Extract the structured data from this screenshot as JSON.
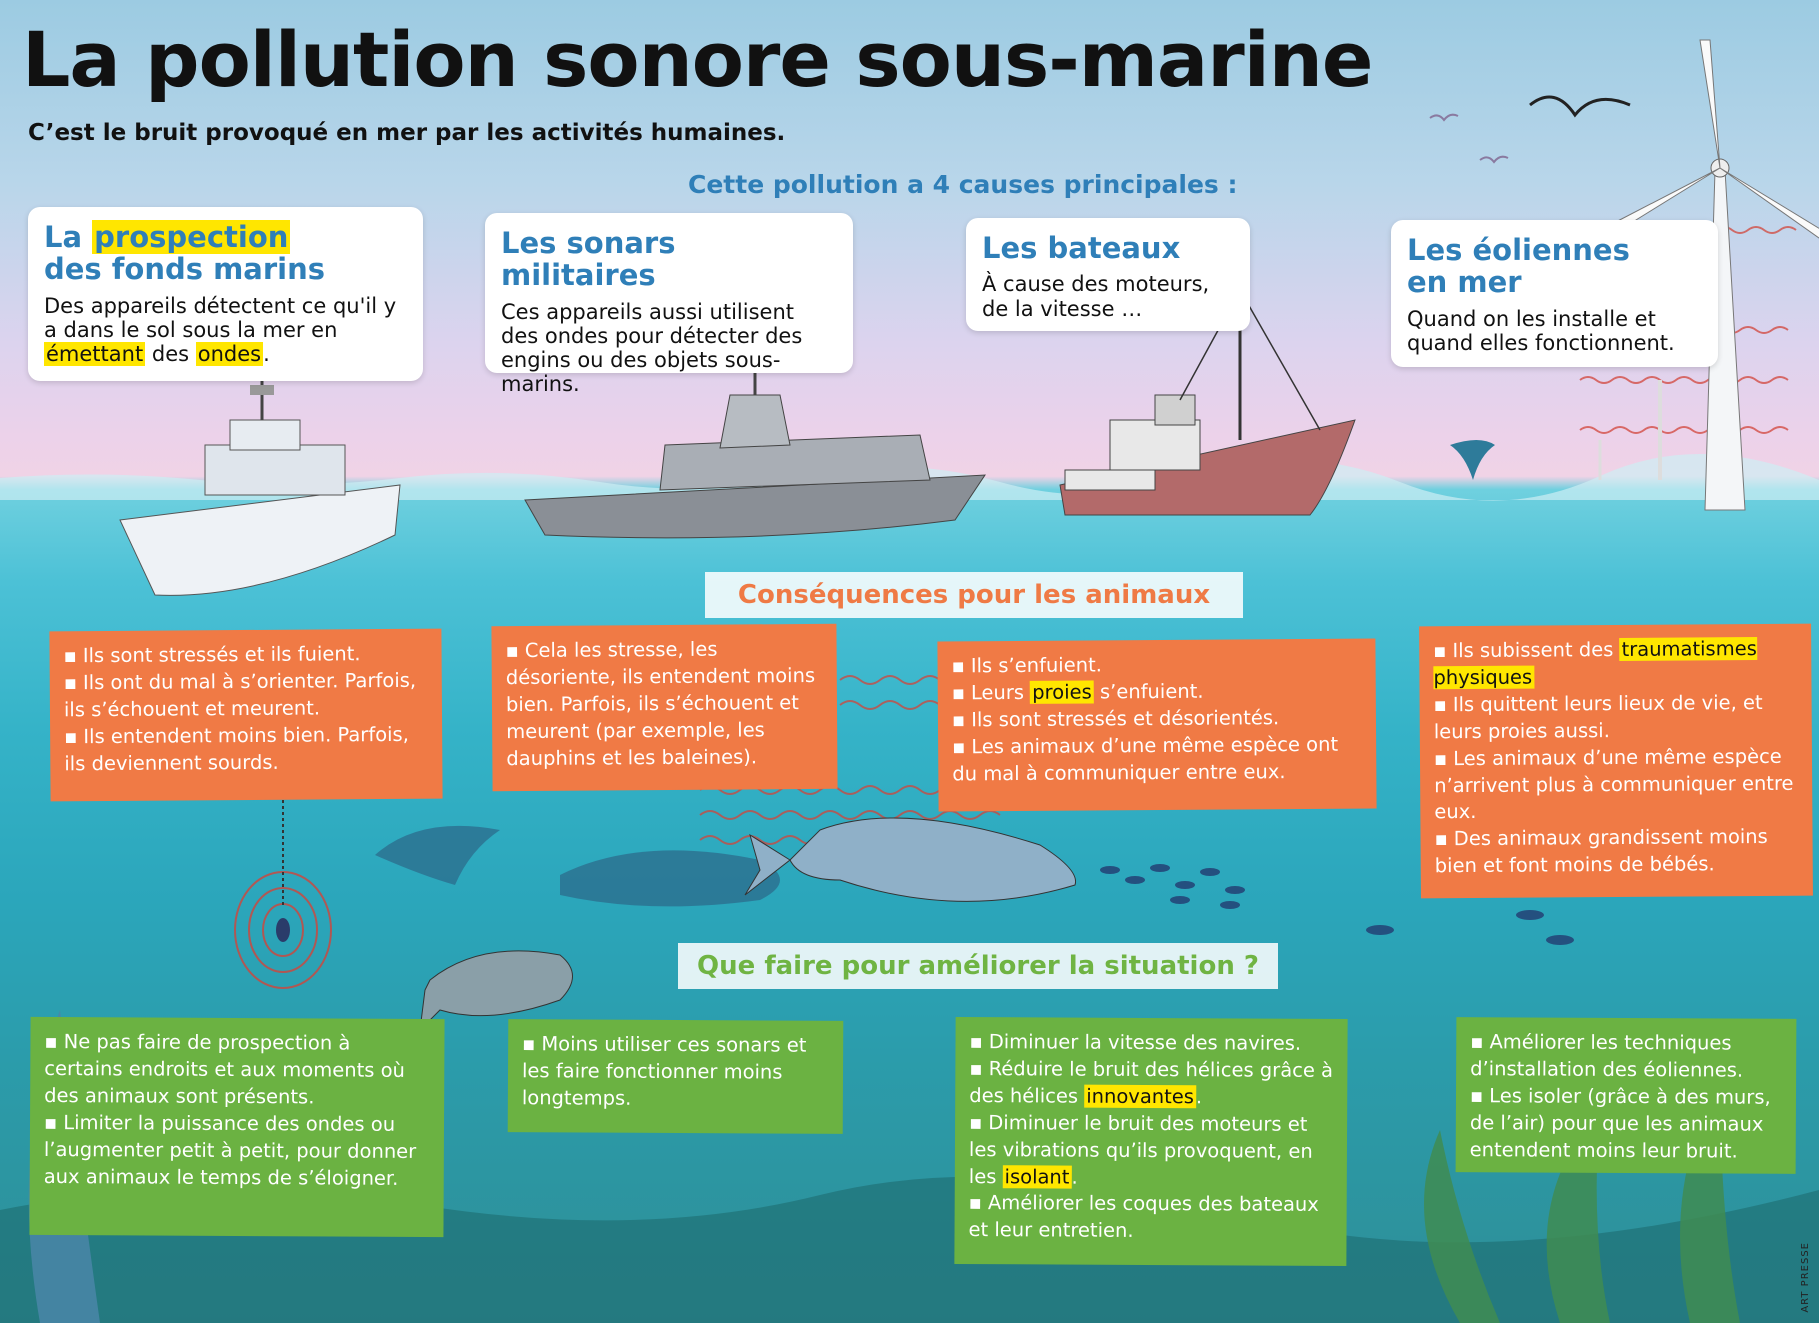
{
  "title": "La pollution sonore sous-marine",
  "subtitle": "C’est le bruit provoqué en mer par les activités humaines.",
  "causes_heading": "Cette pollution a 4 causes principales :",
  "causes": [
    {
      "title_pre": "La ",
      "title_hl": "prospection",
      "title_post": "des fonds marins",
      "t1": "Des appareils détectent ce qu'il y a dans le sol sous la mer en ",
      "h1": "émettant",
      "t2": " des ",
      "h2": "ondes",
      "t3": "."
    },
    {
      "title": "Les sonars militaires",
      "text": "Ces appareils aussi utilisent des ondes pour détecter des engins ou des objets sous-marins."
    },
    {
      "title": "Les bateaux",
      "text": "À cause des moteurs, de la vitesse …"
    },
    {
      "title": "Les éoliennes en mer",
      "text": "Quand on les installe et quand elles fonctionnent."
    }
  ],
  "consequences_heading": "Conséquences pour les animaux",
  "consequences": {
    "c0": [
      "Ils sont stressés et ils fuient.",
      "Ils ont du mal à s’orienter. Parfois, ils s’échouent et meurent.",
      "Ils entendent moins bien. Parfois, ils deviennent sourds."
    ],
    "c1": [
      "Cela les stresse, les désoriente, ils entendent moins bien. Parfois, ils s’échouent et meurent (par exemple, les dauphins et les baleines)."
    ],
    "c2_a": "Ils s’enfuient.",
    "c2_b_pre": "Leurs ",
    "c2_b_hl": "proies",
    "c2_b_post": " s’enfuient.",
    "c2_c": "Ils sont stressés et désorientés.",
    "c2_d": "Les animaux d’une même espèce ont du mal à communiquer entre eux.",
    "c3_a_pre": "Ils subissent des ",
    "c3_a_hl": "traumatismes physiques",
    "c3_b": "Ils quittent leurs lieux de vie, et leurs proies aussi.",
    "c3_c": "Les animaux d’une même espèce n’arrivent plus à communiquer entre eux.",
    "c3_d": "Des animaux grandissent moins bien et font moins de bébés."
  },
  "solutions_heading": "Que faire pour améliorer la situation ?",
  "solutions": {
    "s0": [
      "Ne pas faire de prospection à certains endroits et aux moments où des animaux sont présents.",
      "Limiter la puissance des ondes ou l’augmenter petit à petit, pour donner aux animaux le temps de s’éloigner."
    ],
    "s1": [
      "Moins utiliser ces sonars et les faire fonctionner moins longtemps."
    ],
    "s2_a": "Diminuer la vitesse des navires.",
    "s2_b_pre": "Réduire le bruit des hélices grâce à des hélices ",
    "s2_b_hl": "innovantes",
    "s2_b_post": ".",
    "s2_c_pre": "Diminuer le bruit des moteurs et les vibrations qu’ils provoquent, en les ",
    "s2_c_hl": "isolant",
    "s2_c_post": ".",
    "s2_d": "Améliorer les coques des bateaux et leur entretien.",
    "s3": [
      "Améliorer les techniques d’installation des éoliennes.",
      "Les isoler (grâce à des murs, de l’air) pour que les animaux entendent moins leur bruit."
    ]
  },
  "bullet": "▪",
  "credit": "ART PRESSE",
  "colors": {
    "blue": "#2f7fb8",
    "orange": "#f07a45",
    "green": "#6bb242",
    "highlight": "#ffe600"
  }
}
